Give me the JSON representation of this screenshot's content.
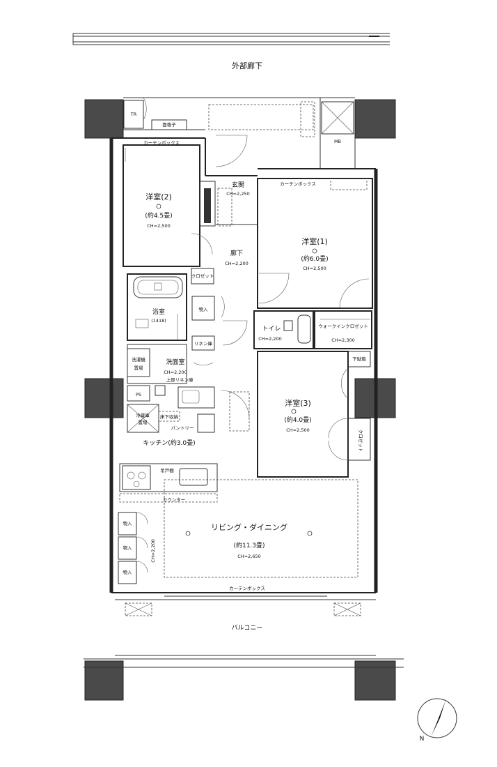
{
  "rooms": {
    "corridor_outside": "外部廊下",
    "tr": "TR",
    "mb": "MB",
    "lattice": "面格子",
    "curtain_box": "カーテンボックス",
    "western2": {
      "name": "洋室(2)",
      "size": "(約4.5畳)",
      "ch": "CH=2,500"
    },
    "entrance": {
      "name": "玄関",
      "ch": "CH=2,250"
    },
    "western1": {
      "name": "洋室(1)",
      "size": "(約6.0畳)",
      "ch": "CH=2,500"
    },
    "hallway": {
      "name": "廊下",
      "ch": "CH=2,200"
    },
    "closet": "クロゼット",
    "storage": "物入",
    "bath": {
      "name": "浴室",
      "size": "(1418)"
    },
    "toilet": {
      "name": "トイレ",
      "ch": "CH=2,200"
    },
    "walk_in": {
      "name": "ウォークインクロゼット",
      "ch": "CH=2,300"
    },
    "linen": "リネン庫",
    "washroom": {
      "name": "洗面室",
      "ch": "CH=2,200"
    },
    "upper_linen": "上部リネン庫",
    "washer_pan": "洗濯機\n置場",
    "shoe_cabinet": "下駄箱",
    "ps": "PS",
    "fridge": "冷蔵庫\n置場",
    "floor_storage": "床下収納",
    "pantry": "パントリー",
    "kitchen": "キッチン(約3.0畳)",
    "western3": {
      "name": "洋室(3)",
      "size": "(約4.0畳)",
      "ch": "CH=2,500"
    },
    "closet_v": "クロゼット",
    "cupboard": "吊戸棚",
    "counter": "カウンター",
    "living": {
      "name": "リビング・ダイニング",
      "size": "(約11.3畳)",
      "ch": "CH=2,650"
    },
    "ch_vertical": "CH=2,200",
    "balcony": "バルコニー",
    "compass_n": "N"
  }
}
